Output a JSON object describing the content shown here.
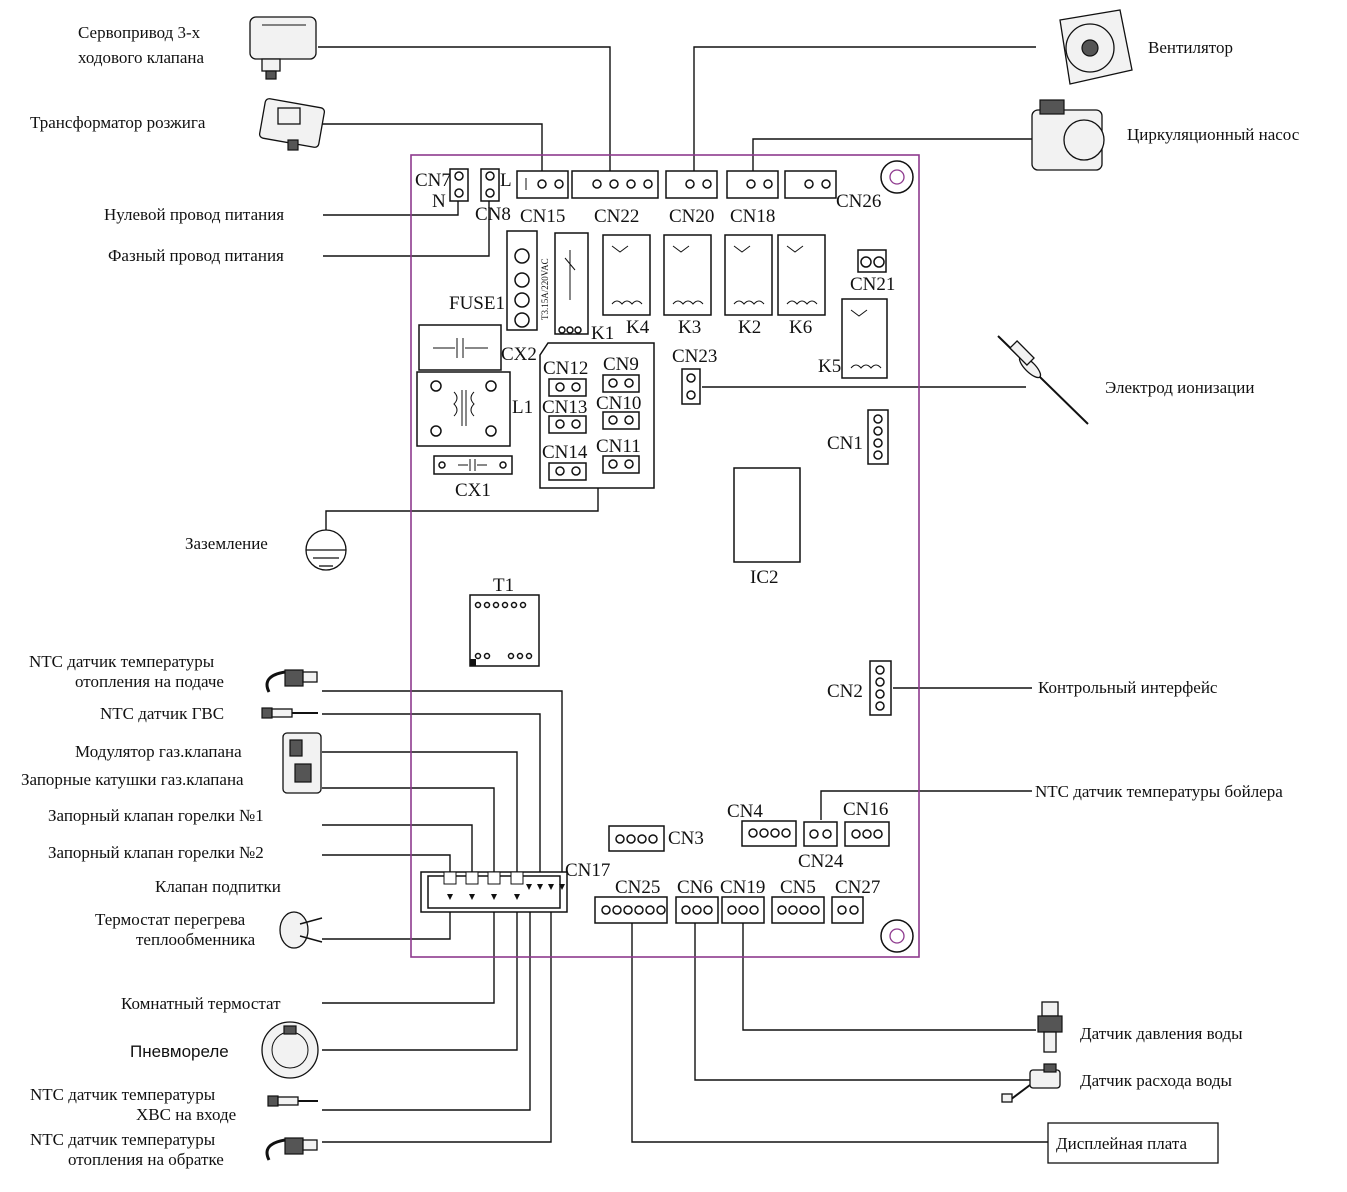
{
  "devices": {
    "servo": "Сервопривод 3-х",
    "servo_line2": "ходового клапана",
    "ignition_transformer": "Трансформатор розжига",
    "neutral_wire": "Нулевой провод питания",
    "phase_wire": "Фазный провод питания",
    "ground": "Заземление",
    "fan": "Вентилятор",
    "pump": "Циркуляционный насос",
    "ionization_electrode": "Электрод ионизации",
    "control_interface": "Контрольный интерфейс",
    "boiler_ntc": "NTC датчик температуры бойлера",
    "ntc_supply_line1": "NTC датчик температуры",
    "ntc_supply_line2": "отопления на подаче",
    "ntc_dhw": "NTC датчик ГВС",
    "gas_modulator": "Модулятор газ.клапана",
    "gas_coils": "Запорные катушки газ.клапана",
    "burner_valve_1": "Запорный клапан горелки №1",
    "burner_valve_2": "Запорный клапан горелки №2",
    "fill_valve": "Клапан подпитки",
    "overheat_line1": "Термостат перегрева",
    "overheat_line2": "теплообменника",
    "room_thermostat": "Комнатный термостат",
    "pressure_switch": "Пневмореле",
    "ntc_cold_line1": "NTC датчик температуры",
    "ntc_cold_line2": "ХВС на входе",
    "ntc_return_line1": "NTC датчик температуры",
    "ntc_return_line2": "отопления на обратке",
    "water_pressure": "Датчик давления воды",
    "water_flow": "Датчик расхода воды",
    "display_board": "Дисплейная плата"
  },
  "board": {
    "cn7": "CN7",
    "n": "N",
    "cn8": "CN8",
    "l": "L",
    "cn15": "CN15",
    "cn22": "CN22",
    "cn20": "CN20",
    "cn18": "CN18",
    "cn26": "CN26",
    "cn21": "CN21",
    "cn23": "CN23",
    "cn1": "CN1",
    "cn2": "CN2",
    "cn12": "CN12",
    "cn13": "CN13",
    "cn14": "CN14",
    "cn9": "CN9",
    "cn10": "CN10",
    "cn11": "CN11",
    "fuse": "FUSE1",
    "fuse_rating": "T3.15A/220VAC",
    "k1": "K1",
    "k4": "K4",
    "k3": "K3",
    "k2": "K2",
    "k6": "K6",
    "k5": "K5",
    "cx2": "CX2",
    "l1": "L1",
    "cx1": "CX1",
    "ic2": "IC2",
    "t1": "T1",
    "cn3": "CN3",
    "cn4": "CN4",
    "cn16": "CN16",
    "cn24": "CN24",
    "cn17": "CN17",
    "cn25": "CN25",
    "cn6": "CN6",
    "cn19": "CN19",
    "cn5": "CN5",
    "cn27": "CN27"
  },
  "colors": {
    "board_outline": "#8e3a8e",
    "line": "#111111"
  }
}
